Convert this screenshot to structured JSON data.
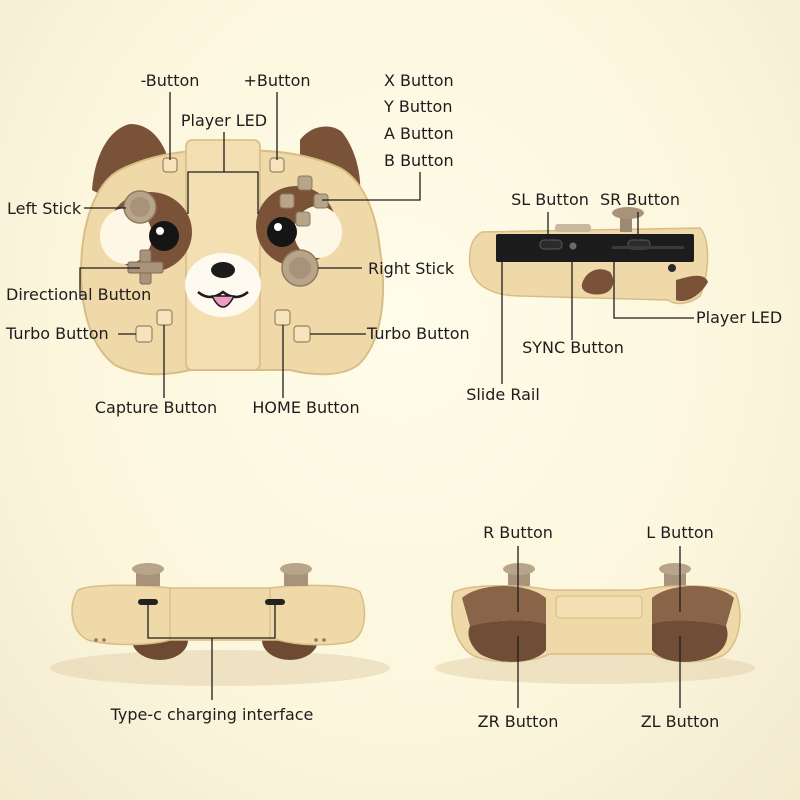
{
  "front_view": {
    "minus_button": "-Button",
    "plus_button": "+Button",
    "player_led": "Player LED",
    "x_button": "X Button",
    "y_button": "Y Button",
    "a_button": "A Button",
    "b_button": "B Button",
    "left_stick": "Left Stick",
    "right_stick": "Right Stick",
    "directional_button": "Directional Button",
    "turbo_button_left": "Turbo Button",
    "turbo_button_right": "Turbo Button",
    "capture_button": "Capture Button",
    "home_button": "HOME Button"
  },
  "side_view": {
    "sl_button": "SL Button",
    "sr_button": "SR Button",
    "player_led": "Player LED",
    "sync_button": "SYNC Button",
    "slide_rail": "Slide Rail"
  },
  "bottom_view": {
    "charging_interface": "Type-c charging interface"
  },
  "top_view": {
    "r_button": "R Button",
    "l_button": "L Button",
    "zr_button": "ZR Button",
    "zl_button": "ZL Button"
  },
  "colors": {
    "body": "#f0d9a8",
    "body_shadow": "#d9bd86",
    "ear_brown": "#7a5238",
    "dark_brown": "#4a3424",
    "rail": "#1c1c1c",
    "tongue": "#f19ac4"
  }
}
